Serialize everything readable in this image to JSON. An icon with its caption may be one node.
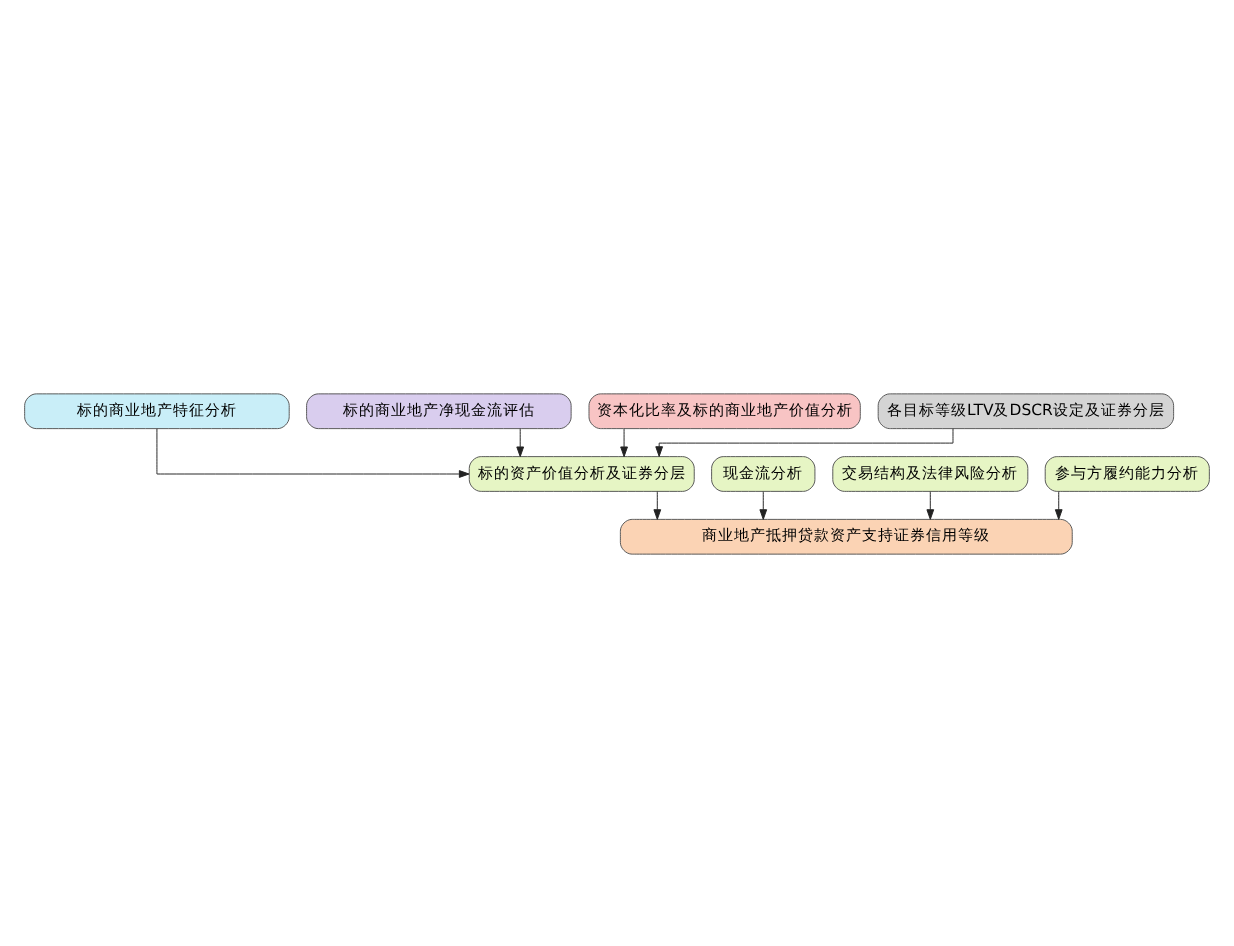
{
  "diagram": {
    "nodes": [
      {
        "text": [
          "标的商业地产特征分析"
        ]
      },
      {
        "text": [
          "标的商业地产净现金流评估"
        ]
      },
      {
        "text": [
          "资本化比率及标的商业地产价值分析"
        ]
      },
      {
        "text": [
          "各目标等级LTV及DSCR设定及证券分层"
        ]
      },
      {
        "text": [
          "标的资产价值分析及证券分层"
        ]
      },
      {
        "text": [
          "现金流分析"
        ]
      },
      {
        "text": [
          "交易结构及法律风险分析"
        ]
      },
      {
        "text": [
          "参与方履约能力分析"
        ]
      },
      {
        "text": [
          "商业地产抵押贷款资产支持证券信用等级"
        ]
      }
    ],
    "edges": [
      {
        "from": 0,
        "to": 4,
        "arrow": "to"
      },
      {
        "from": 1,
        "to": 4,
        "arrow": "to"
      },
      {
        "from": 2,
        "to": 4,
        "arrow": "to"
      },
      {
        "from": 3,
        "to": 4,
        "arrow": "to"
      },
      {
        "from": 4,
        "to": 8,
        "arrow": "to"
      },
      {
        "from": 5,
        "to": 8,
        "arrow": "to"
      },
      {
        "from": 6,
        "to": 8,
        "arrow": "to"
      },
      {
        "from": 7,
        "to": 8,
        "arrow": "to"
      }
    ]
  }
}
